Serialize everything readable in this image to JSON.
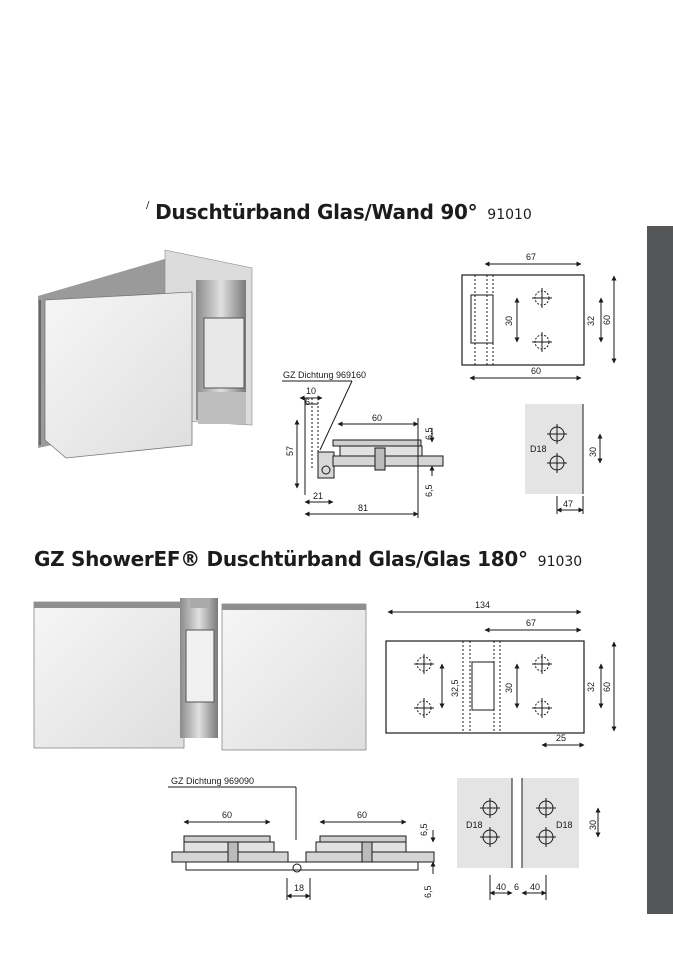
{
  "section1": {
    "prefix": "/",
    "title": "Duschtürband Glas/Wand 90°",
    "code": "91010",
    "seal_label": "GZ Dichtung 969160",
    "dims": {
      "top_width": "67",
      "bottom_width": "60",
      "hole_spacing": "30",
      "hole_v": "32",
      "height": "60",
      "side_10": "10",
      "side_6": "6",
      "plate_60": "60",
      "glass_6_5_top": "6,5",
      "glass_6_5_bottom": "6,5",
      "height_57": "57",
      "base_21": "21",
      "total_81": "81",
      "d18": "D18",
      "glass_30": "30",
      "glass_47": "47"
    }
  },
  "section2": {
    "title": "GZ ShowerEF® Duschtürband Glas/Glas 180°",
    "code": "91030",
    "seal_label": "GZ Dichtung 969090",
    "dims": {
      "total_134": "134",
      "half_67": "67",
      "v_32_5": "32,5",
      "v_30": "30",
      "v_32": "32",
      "v_60": "60",
      "h_25": "25",
      "plate_left_60": "60",
      "plate_right_60": "60",
      "glass_6_5_top": "6,5",
      "glass_6_5_bottom": "6,5",
      "gap_18": "18",
      "d18_left": "D18",
      "d18_right": "D18",
      "glass_30": "30",
      "w_40_left": "40",
      "gap_6": "6",
      "w_40_right": "40"
    }
  },
  "colors": {
    "sidebar": "#555657",
    "glass": "#e6e6e6",
    "metal": "#c8c8c8"
  }
}
